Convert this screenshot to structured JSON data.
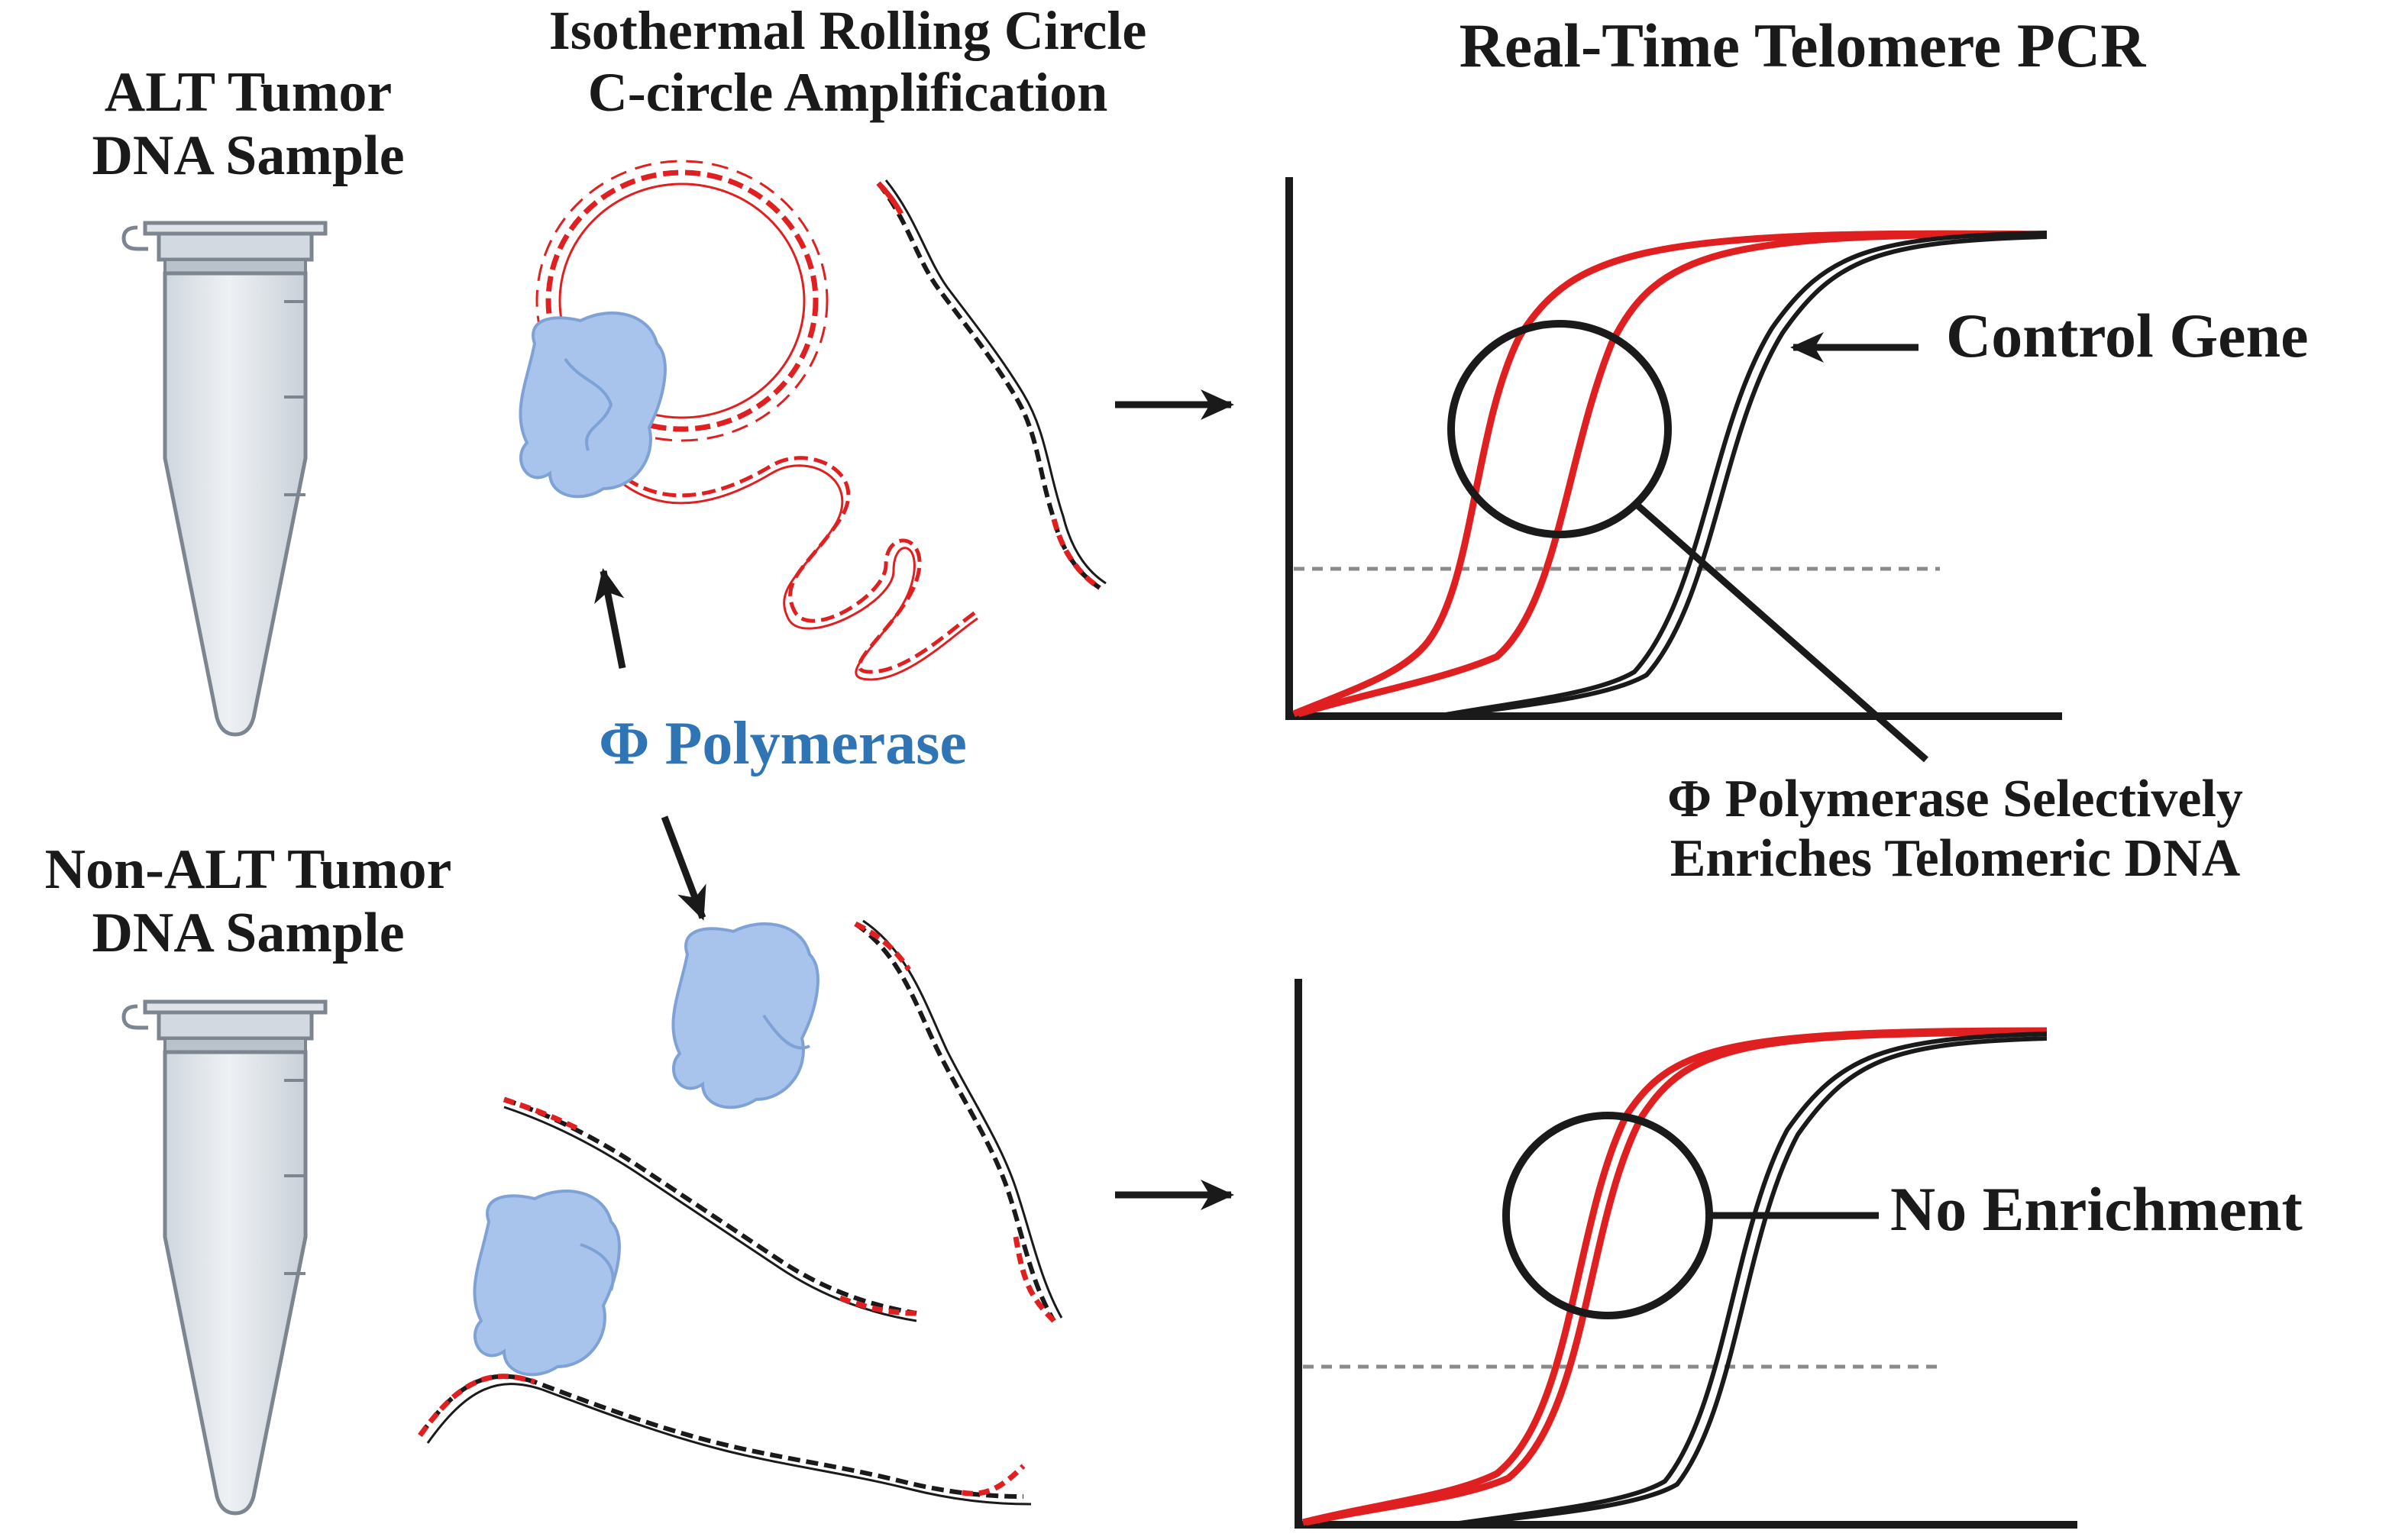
{
  "labels": {
    "alt_sample": [
      "ALT Tumor",
      "DNA Sample"
    ],
    "non_alt_sample": [
      "Non-ALT Tumor",
      "DNA Sample"
    ],
    "rca_title": [
      "Isothermal Rolling Circle",
      "C-circle Amplification"
    ],
    "pcr_title": "Real-Time Telomere PCR",
    "polymerase": "Φ Polymerase",
    "control_gene": "Control Gene",
    "selective": [
      "Φ Polymerase Selectively",
      "Enriches Telomeric DNA"
    ],
    "no_enrichment": "No Enrichment"
  },
  "colors": {
    "telomeric_dna": "#e02020",
    "genomic_dna": "#1a1a1a",
    "polymerase": "#a8c4ec",
    "polymerase_text": "#2f74b5",
    "threshold": "#8a8a8a",
    "tube": "#e3e8ee"
  },
  "icons": [
    "microcentrifuge-tube-icon",
    "phi29-polymerase-icon",
    "dna-double-helix-icon",
    "c-circle-dna-icon"
  ]
}
